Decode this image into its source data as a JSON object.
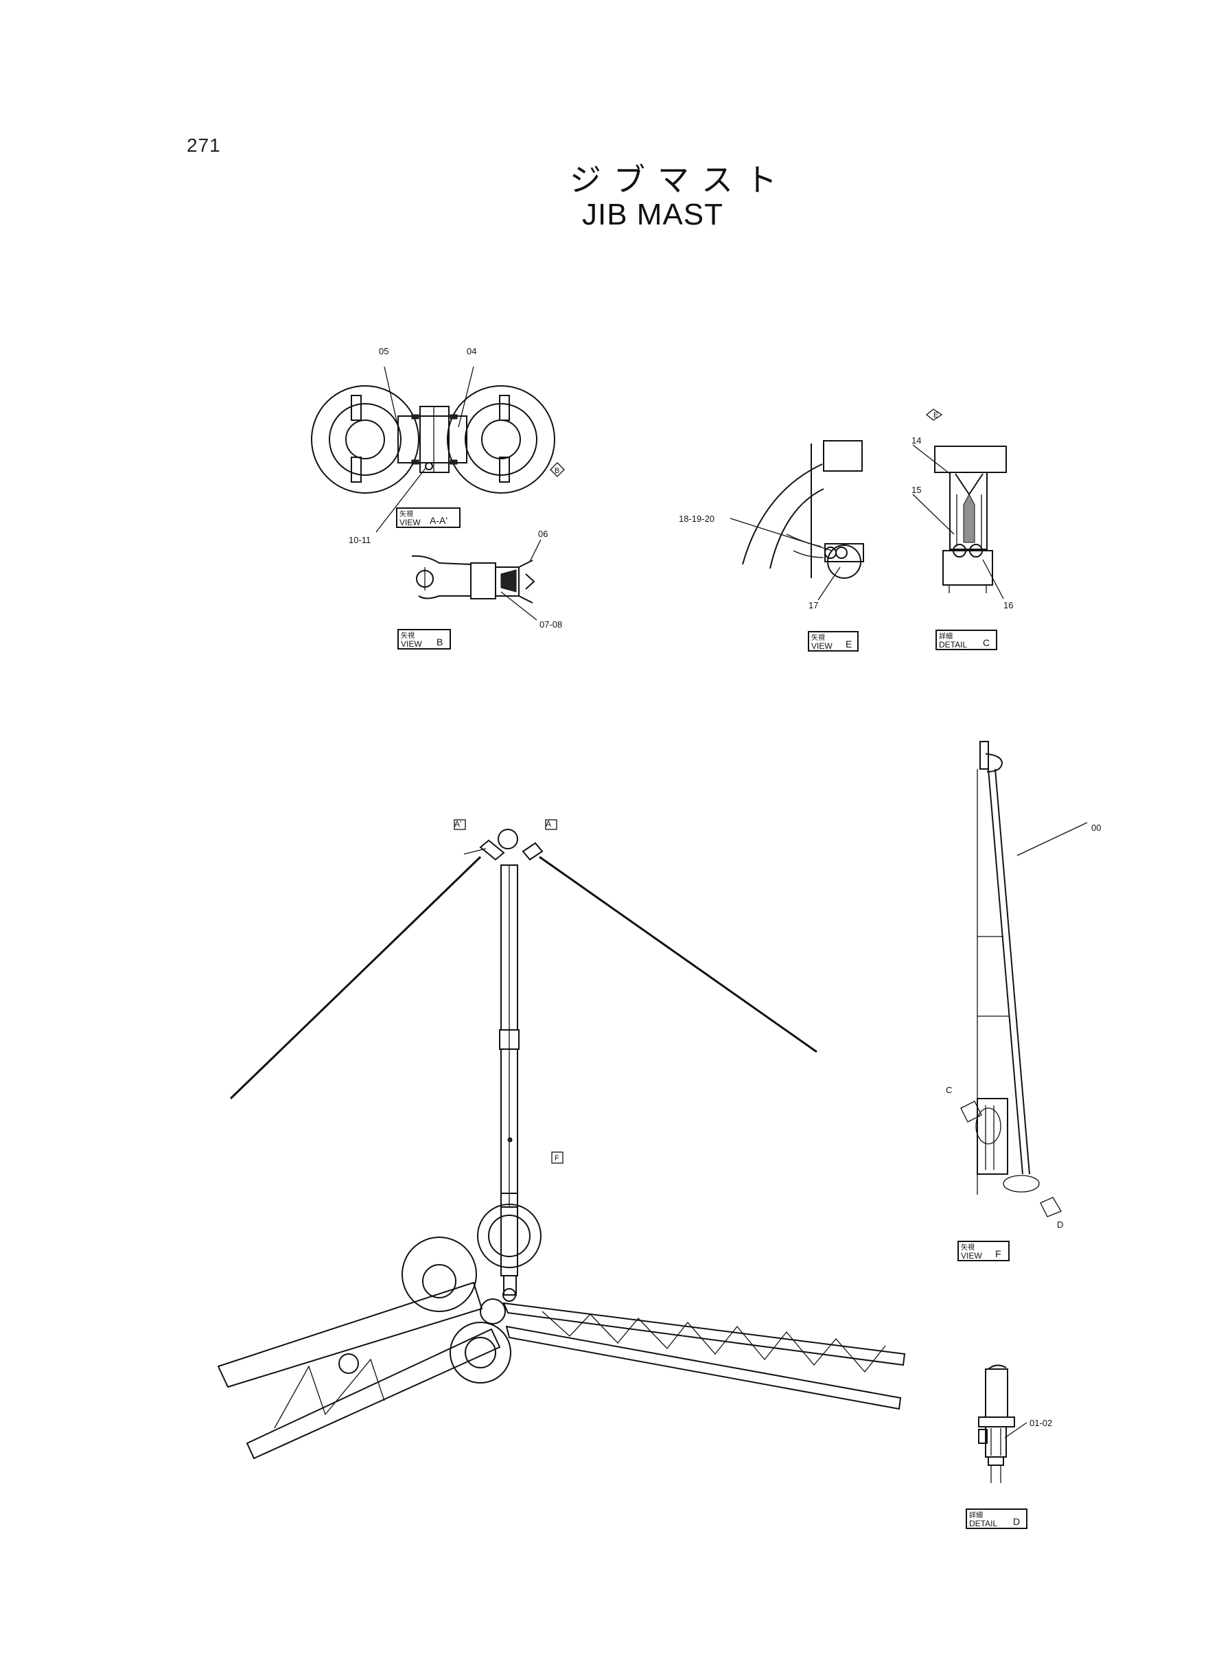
{
  "header": {
    "page_number": "271",
    "title_jp": "ジブマスト",
    "title_en": "JIB MAST"
  },
  "views": {
    "view_aa": {
      "jp": "矢視",
      "en": "VIEW",
      "letter": "A-A'"
    },
    "view_b": {
      "jp": "矢視",
      "en": "VIEW",
      "letter": "B"
    },
    "view_e": {
      "jp": "矢視",
      "en": "VIEW",
      "letter": "E"
    },
    "detail_c": {
      "jp": "詳細",
      "en": "DETAIL",
      "letter": "C"
    },
    "view_f": {
      "jp": "矢視",
      "en": "VIEW",
      "letter": "F"
    },
    "detail_d": {
      "jp": "詳細",
      "en": "DETAIL",
      "letter": "D"
    }
  },
  "part_numbers": {
    "p05": "05",
    "p04": "04",
    "p10_11": "10-11",
    "p06": "06",
    "p07_08": "07-08",
    "p18_19_20": "18-19-20",
    "p17": "17",
    "p14": "14",
    "p15": "15",
    "p16": "16",
    "p00": "00",
    "p01_02": "01-02"
  },
  "markers": {
    "m_b": "B",
    "m_e": "E",
    "m_a1": "A'",
    "m_a2": "A",
    "m_f": "F",
    "m_c": "C",
    "m_d": "D"
  }
}
